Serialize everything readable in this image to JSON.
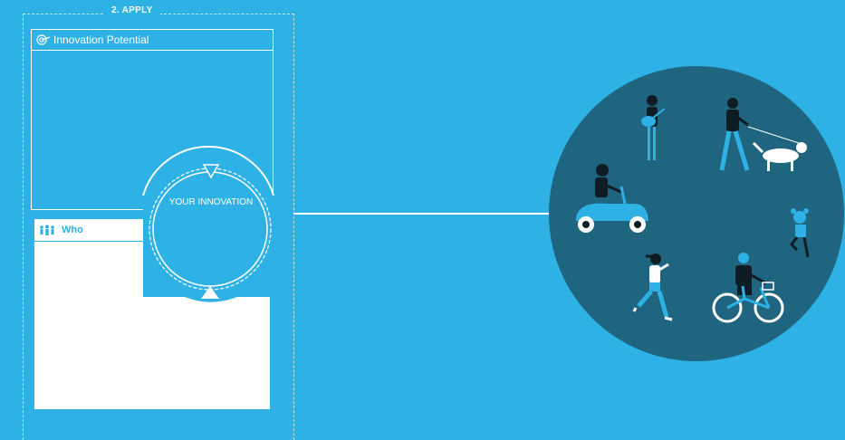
{
  "section": {
    "title": "2. APPLY"
  },
  "innovation_potential": {
    "title": "Innovation Potential",
    "icon": "target-icon"
  },
  "who": {
    "title": "Who",
    "icon": "people-icon"
  },
  "center": {
    "label": "YOUR INNOVATION"
  },
  "colors": {
    "background": "#2eb2e6",
    "circle": "#1f6580",
    "white": "#ffffff",
    "dark": "#0f1c24"
  },
  "people": [
    "guitarist",
    "dog-walker",
    "scooter-rider",
    "child-jumping",
    "runner",
    "cyclist"
  ]
}
